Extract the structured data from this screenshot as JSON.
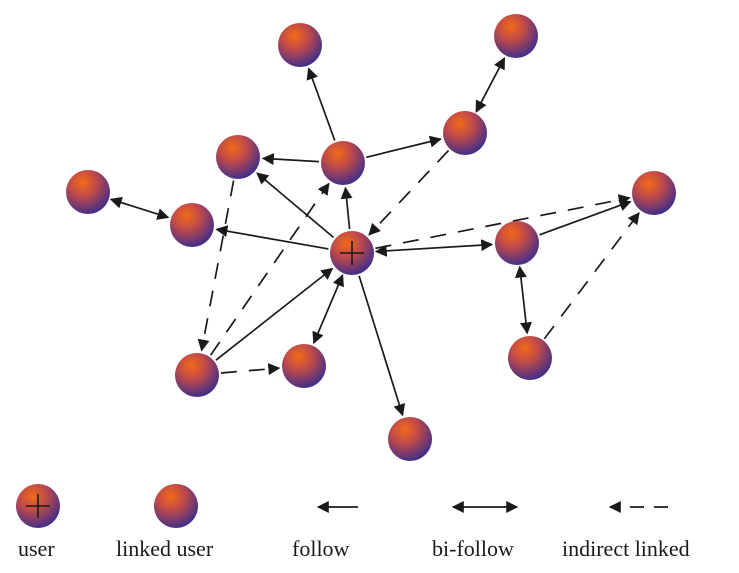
{
  "legend": {
    "user_label": "user",
    "linked_user_label": "linked user",
    "follow_label": "follow",
    "bi_follow_label": "bi-follow",
    "indirect_linked_label": "indirect linked"
  },
  "colors": {
    "node_top": "#f05a14",
    "node_bottom": "#3a2a8c",
    "edge": "#1a1a1a"
  }
}
